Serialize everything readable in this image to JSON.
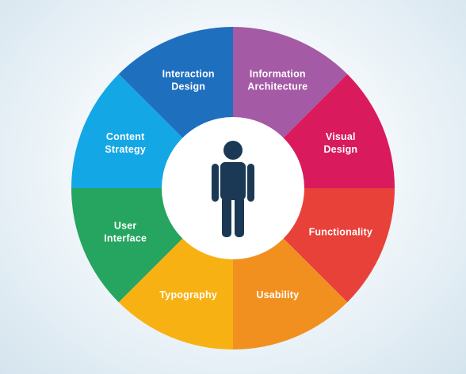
{
  "wheel": {
    "segments": [
      {
        "id": "interaction-design",
        "lines": [
          "Interaction",
          "Design"
        ],
        "color": "#1f6fbf"
      },
      {
        "id": "information-architecture",
        "lines": [
          "Information",
          "Architecture"
        ],
        "color": "#a55aa5"
      },
      {
        "id": "visual-design",
        "lines": [
          "Visual",
          "Design"
        ],
        "color": "#d91a5c"
      },
      {
        "id": "functionality",
        "lines": [
          "Functionality"
        ],
        "color": "#e8413a"
      },
      {
        "id": "usability",
        "lines": [
          "Usability"
        ],
        "color": "#f2901f"
      },
      {
        "id": "typography",
        "lines": [
          "Typography"
        ],
        "color": "#f8b112"
      },
      {
        "id": "user-interface",
        "lines": [
          "User",
          "Interface"
        ],
        "color": "#25a55f"
      },
      {
        "id": "content-strategy",
        "lines": [
          "Content",
          "Strategy"
        ],
        "color": "#14a7e6"
      }
    ],
    "hub_color": "#ffffff",
    "user_icon": {
      "name": "user-figure-icon",
      "color": "#1b3954"
    }
  }
}
